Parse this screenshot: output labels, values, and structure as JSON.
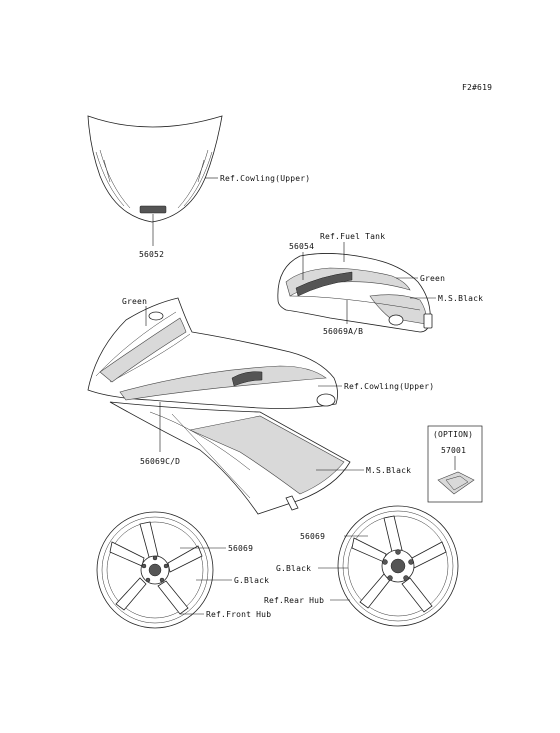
{
  "figure_code": "F2#619",
  "labels": {
    "windshield_part": "56052",
    "windshield_ref": "Ref.Cowling(Upper)",
    "tank_part": "56054",
    "tank_ref": "Ref.Fuel Tank",
    "tank_green": "Green",
    "tank_msblack": "M.S.Black",
    "tank_part_ab": "56069A/B",
    "cowl_green": "Green",
    "cowl_ref": "Ref.Cowling(Upper)",
    "cowl_part_cd": "56069C/D",
    "cowl_msblack": "M.S.Black",
    "option_title": "(OPTION)",
    "option_part": "57001",
    "front_part": "56069",
    "front_gblack": "G.Black",
    "front_hub": "Ref.Front Hub",
    "rear_part": "56069",
    "rear_gblack": "G.Black",
    "rear_hub": "Ref.Rear Hub"
  }
}
